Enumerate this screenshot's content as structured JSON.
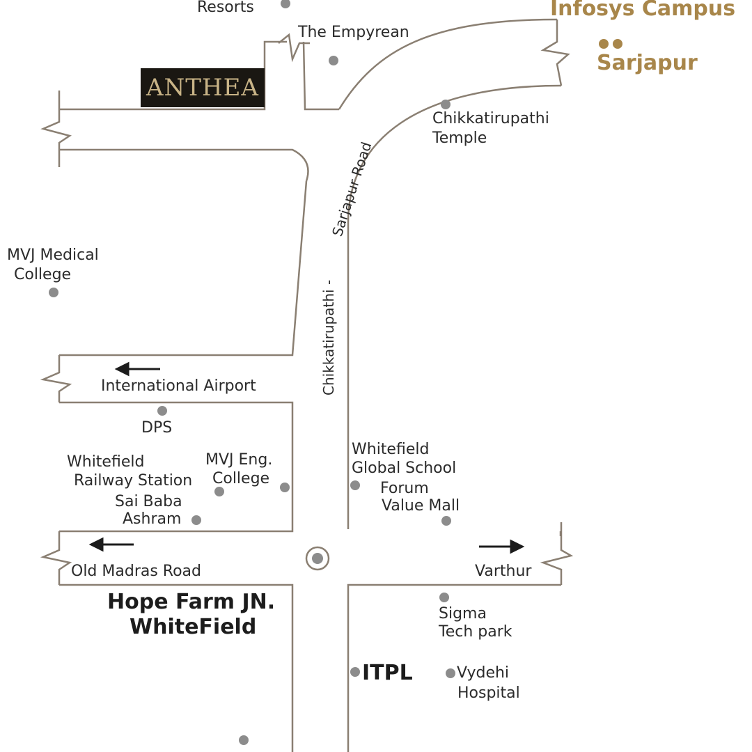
{
  "labels": {
    "resorts": "Resorts",
    "infosys": "Infosys Campus",
    "sarjapur": "Sarjapur",
    "empyrean": "The Empyrean",
    "anthea": "ANTHEA",
    "chikkatirupathi_temple_1": "Chikkatirupathi",
    "chikkatirupathi_temple_2": "Temple",
    "sarjapur_road": "Sarjapur Road",
    "chikkatirupathi_road": "Chikkatirupathi -",
    "mvj_medical_1": "MVJ Medical",
    "mvj_medical_2": "College",
    "international_airport": "International Airport",
    "dps": "DPS",
    "whitefield_rs_1": "Whitefield",
    "whitefield_rs_2": "Railway Station",
    "mvj_eng_1": "MVJ Eng.",
    "mvj_eng_2": "College",
    "sai_baba_1": "Sai Baba",
    "sai_baba_2": "Ashram",
    "wgs_1": "Whitefield",
    "wgs_2": "Global School",
    "forum_1": "Forum",
    "forum_2": "Value Mall",
    "old_madras_road": "Old Madras Road",
    "varthur": "Varthur",
    "hope_farm_1": "Hope Farm JN.",
    "hope_farm_2": "WhiteField",
    "sigma_1": "Sigma",
    "sigma_2": "Tech park",
    "itpl": "ITPL",
    "vydehi_1": "Vydehi",
    "vydehi_2": "Hospital"
  },
  "colors": {
    "road": "#8a7f72",
    "gold": "#a8864a",
    "dot": "#8c8c8c",
    "anthea_bg": "#1a1712",
    "anthea_text": "#c9b487"
  },
  "icons": {
    "arrow_left_airport": "arrow-left-icon",
    "arrow_left_madras": "arrow-left-icon",
    "arrow_right_varthur": "arrow-right-icon",
    "junction": "junction-icon"
  }
}
